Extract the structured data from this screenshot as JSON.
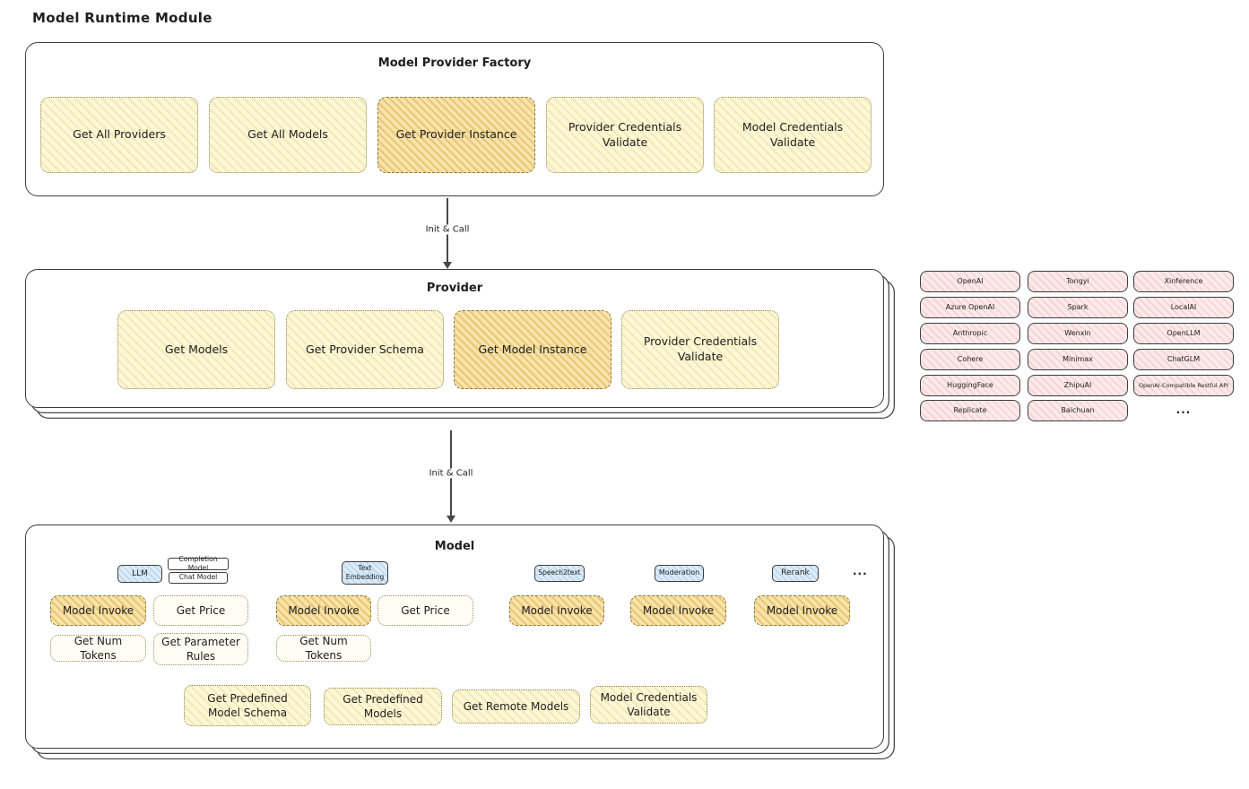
{
  "title": "Model Runtime Module",
  "colors": {
    "node_yellow": "#FCF7D5",
    "node_orange": "#F7E3AB",
    "node_pink": "#FCE9E9",
    "node_blue": "#DCEBF8",
    "stroke": "#3D3D3D"
  },
  "factory": {
    "title": "Model Provider Factory",
    "nodes": {
      "get_all_providers": "Get All Providers",
      "get_all_models": "Get All Models",
      "get_provider_instance": "Get Provider Instance",
      "provider_credentials_validate": "Provider Credentials Validate",
      "model_credentials_validate": "Model Credentials Validate"
    }
  },
  "arrows": {
    "factory_to_provider": "Init & Call",
    "provider_to_model": "Init & Call"
  },
  "provider": {
    "title": "Provider",
    "nodes": {
      "get_models": "Get Models",
      "get_provider_schema": "Get Provider Schema",
      "get_model_instance": "Get Model Instance",
      "provider_credentials_validate": "Provider Credentials Validate"
    }
  },
  "provider_chips": {
    "col1": [
      "OpenAI",
      "Azure OpenAI",
      "Anthropic",
      "Cohere",
      "HuggingFace",
      "Replicate"
    ],
    "col2": [
      "Tongyi",
      "Spark",
      "Wenxin",
      "Minimax",
      "ZhipuAI",
      "Baichuan"
    ],
    "col3": [
      "Xinference",
      "LocalAI",
      "OpenLLM",
      "ChatGLM",
      "OpenAI-Compatible Restful API"
    ],
    "more": "..."
  },
  "model": {
    "title": "Model",
    "tags": {
      "llm": "LLM",
      "completion_model": "Completion Model",
      "chat_model": "Chat Model",
      "text_embedding": "Text Embedding",
      "speech2text": "Speech2text",
      "moderation": "Moderation",
      "rerank": "Rerank",
      "more": "..."
    },
    "llm": {
      "model_invoke": "Model Invoke",
      "get_price": "Get Price",
      "get_num_tokens": "Get Num Tokens",
      "get_parameter_rules": "Get Parameter Rules"
    },
    "text_embedding": {
      "model_invoke": "Model Invoke",
      "get_price": "Get Price",
      "get_num_tokens": "Get Num Tokens"
    },
    "speech2text": {
      "model_invoke": "Model Invoke"
    },
    "moderation": {
      "model_invoke": "Model Invoke"
    },
    "rerank": {
      "model_invoke": "Model Invoke"
    },
    "common": {
      "get_predefined_model_schema": "Get Predefined Model Schema",
      "get_predefined_models": "Get Predefined Models",
      "get_remote_models": "Get Remote Models",
      "model_credentials_validate": "Model Credentials Validate"
    }
  }
}
